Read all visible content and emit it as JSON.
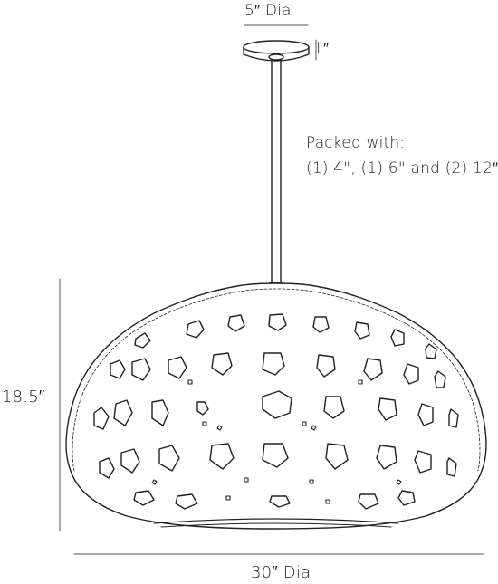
{
  "dimensions": {
    "canopy_diameter": "5″ Dia",
    "canopy_height": "1″",
    "shade_height": "18.5″",
    "shade_diameter": "30″ Dia"
  },
  "packing_note": {
    "heading": "Packed with:",
    "rods": "(1) 4\", (1) 6\" and (2) 12″"
  },
  "colors": {
    "line": "#222222",
    "dimension_line": "#555555",
    "background": "#ffffff"
  }
}
